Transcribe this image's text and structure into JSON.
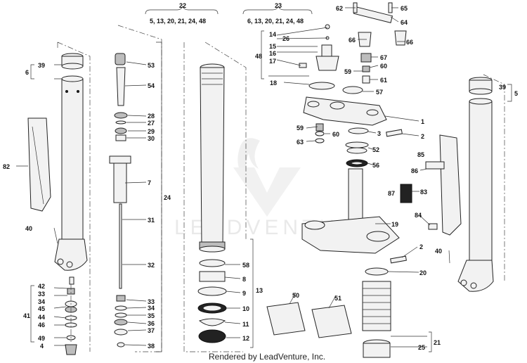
{
  "footer": {
    "caption": "Rendered by LeadVenture, Inc."
  },
  "watermark": {
    "text": "LEADVENTURE"
  },
  "groups": [
    {
      "id": "22",
      "members": "5, 13, 20, 21, 24, 48"
    },
    {
      "id": "23",
      "members": "6, 13, 20, 21, 24, 48"
    }
  ],
  "labels": {
    "l62": "62",
    "l65": "65",
    "l64": "64",
    "l66a": "66",
    "l66b": "66",
    "l14": "14",
    "l26": "26",
    "l48": "48",
    "l15": "15",
    "l16": "16",
    "l17": "17",
    "l67": "67",
    "l60a": "60",
    "l59a": "59",
    "l61": "61",
    "l18": "18",
    "l57": "57",
    "l1": "1",
    "l59b": "59",
    "l60b": "60",
    "l3": "3",
    "l2a": "2",
    "l63": "63",
    "l52": "52",
    "l56": "56",
    "l85": "85",
    "l86": "86",
    "l83": "83",
    "l87": "87",
    "l84": "84",
    "l19": "19",
    "l2b": "2",
    "l20": "20",
    "l39a": "39",
    "l5": "5",
    "l40b": "40",
    "l50": "50",
    "l51": "51",
    "l21": "21",
    "l25": "25",
    "l39b": "39",
    "l6": "6",
    "l82": "82",
    "l40a": "40",
    "l42": "42",
    "l33a": "33",
    "l45": "45",
    "l44": "44",
    "l46": "46",
    "l41": "41",
    "l34a": "34",
    "l49": "49",
    "l4": "4",
    "l53": "53",
    "l54": "54",
    "l28": "28",
    "l27": "27",
    "l29": "29",
    "l30": "30",
    "l7": "7",
    "l24": "24",
    "l31": "31",
    "l32": "32",
    "l33b": "33",
    "l34b": "34",
    "l35": "35",
    "l36": "36",
    "l37": "37",
    "l38": "38",
    "l58": "58",
    "l8": "8",
    "l9": "9",
    "l13": "13",
    "l10": "10",
    "l11": "11",
    "l12": "12"
  }
}
